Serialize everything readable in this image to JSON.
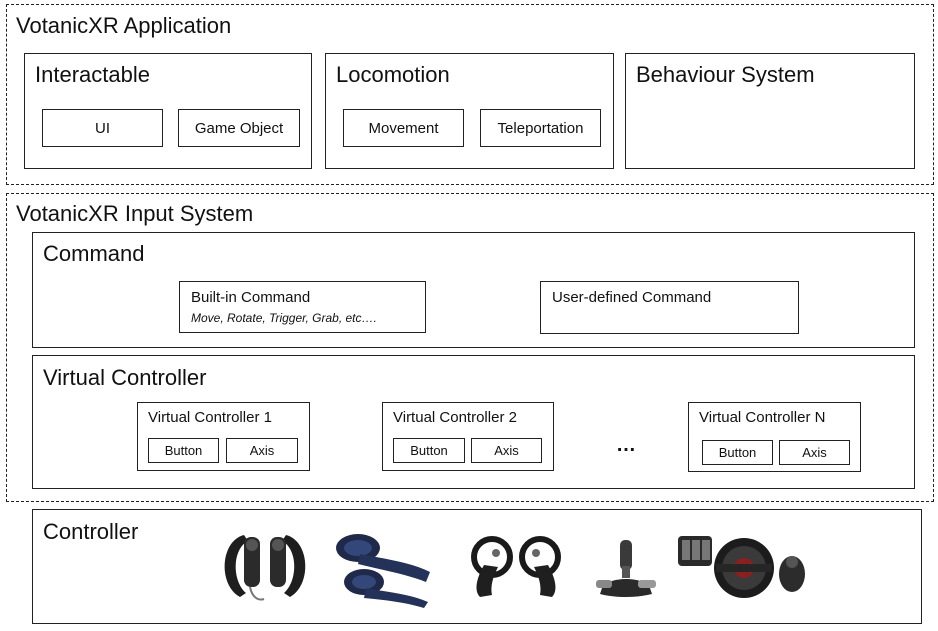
{
  "application": {
    "title": "VotanicXR Application",
    "interactable": {
      "title": "Interactable",
      "items": [
        "UI",
        "Game Object"
      ]
    },
    "locomotion": {
      "title": "Locomotion",
      "items": [
        "Movement",
        "Teleportation"
      ]
    },
    "behaviour": {
      "title": "Behaviour System"
    }
  },
  "input_system": {
    "title": "VotanicXR Input System",
    "command": {
      "title": "Command",
      "builtin": {
        "title": "Built-in Command",
        "subtitle": "Move, Rotate, Trigger, Grab, etc…."
      },
      "user_defined": {
        "title": "User-defined Command"
      }
    },
    "virtual_controller": {
      "title": "Virtual Controller",
      "controllers": [
        {
          "title": "Virtual Controller 1",
          "button": "Button",
          "axis": "Axis"
        },
        {
          "title": "Virtual Controller 2",
          "button": "Button",
          "axis": "Axis"
        },
        {
          "title": "Virtual Controller N",
          "button": "Button",
          "axis": "Axis"
        }
      ],
      "ellipsis": "…"
    }
  },
  "controller": {
    "title": "Controller",
    "devices": [
      "valve-index-controllers",
      "vive-controllers",
      "oculus-touch-controllers",
      "flight-joystick",
      "racing-wheel-and-pedals"
    ]
  }
}
